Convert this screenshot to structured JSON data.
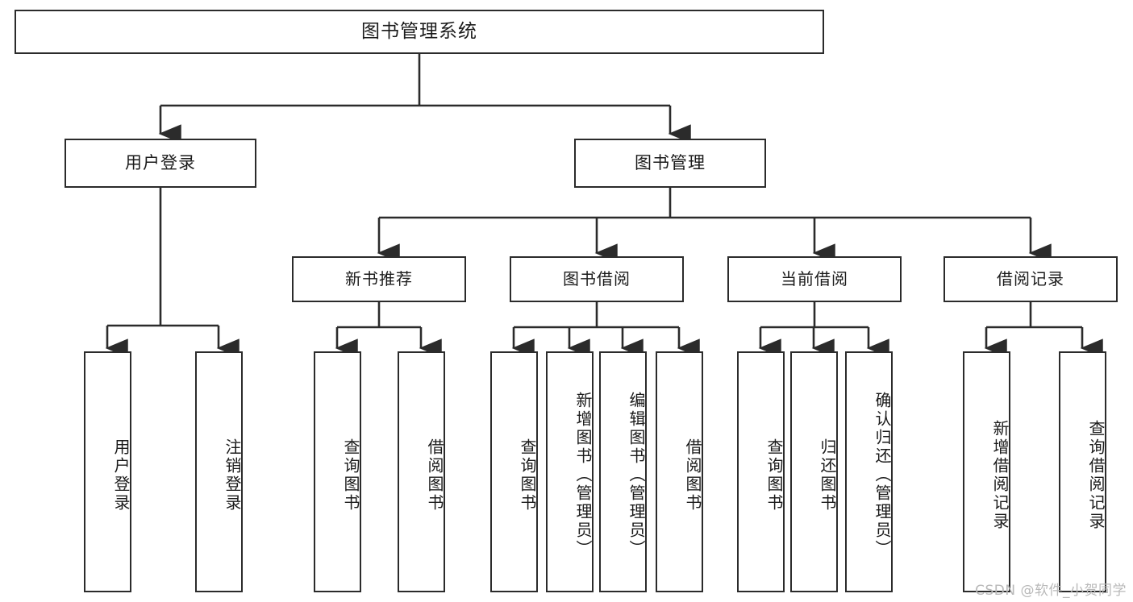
{
  "diagram": {
    "title": "图书管理系统",
    "type": "tree",
    "orientation": "top-down",
    "colors": {
      "box_border": "#2b2b2b",
      "box_fill": "#ffffff",
      "connector": "#2b2b2b",
      "text": "#1b1b1b",
      "watermark": "#b9b9b9",
      "background": "#ffffff"
    }
  },
  "nodes": {
    "root": {
      "label": "图书管理系统"
    },
    "level1": [
      {
        "id": "user-login",
        "label": "用户登录"
      },
      {
        "id": "book-management",
        "label": "图书管理"
      }
    ],
    "level2": [
      {
        "id": "new-book-recommend",
        "label": "新书推荐"
      },
      {
        "id": "book-borrow",
        "label": "图书借阅"
      },
      {
        "id": "current-borrow",
        "label": "当前借阅"
      },
      {
        "id": "borrow-record",
        "label": "借阅记录"
      }
    ],
    "leaves": {
      "user-login": [
        {
          "id": "leaf-user-login",
          "label": "用户登录"
        },
        {
          "id": "leaf-logout",
          "label": "注销登录"
        }
      ],
      "new-book-recommend": [
        {
          "id": "leaf-query-book-1",
          "label": "查询图书"
        },
        {
          "id": "leaf-borrow-book-1",
          "label": "借阅图书"
        }
      ],
      "book-borrow": [
        {
          "id": "leaf-query-book-2",
          "label": "查询图书"
        },
        {
          "id": "leaf-add-book",
          "label": "新增图书（管理员）"
        },
        {
          "id": "leaf-edit-book",
          "label": "编辑图书（管理员）"
        },
        {
          "id": "leaf-borrow-book-2",
          "label": "借阅图书"
        }
      ],
      "current-borrow": [
        {
          "id": "leaf-query-book-3",
          "label": "查询图书"
        },
        {
          "id": "leaf-return-book",
          "label": "归还图书"
        },
        {
          "id": "leaf-confirm-return",
          "label": "确认归还（管理员）"
        }
      ],
      "borrow-record": [
        {
          "id": "leaf-add-record",
          "label": "新增借阅记录"
        },
        {
          "id": "leaf-query-record",
          "label": "查询借阅记录"
        }
      ]
    }
  },
  "watermark": {
    "text": "CSDN @软件_小贺同学"
  }
}
